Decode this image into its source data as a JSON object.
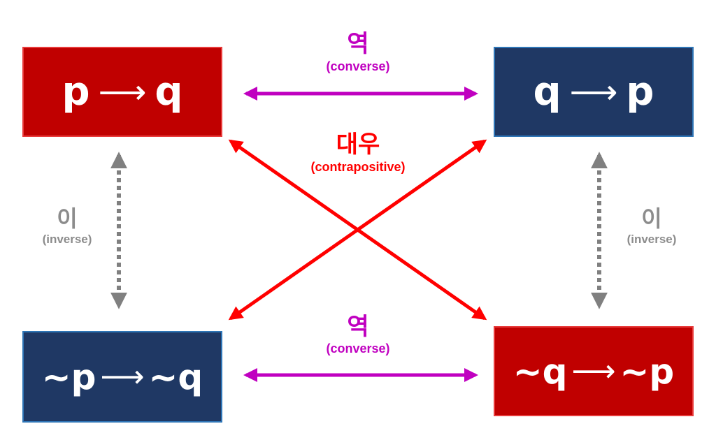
{
  "boxes": {
    "top_left": {
      "left": "p",
      "right": "q"
    },
    "top_right": {
      "left": "q",
      "right": "p"
    },
    "bottom_left": {
      "left": "~p",
      "right": "~q"
    },
    "bottom_right": {
      "left": "~q",
      "right": "~p"
    }
  },
  "labels": {
    "converse_top": {
      "ko": "역",
      "en": "(converse)"
    },
    "contrapositive": {
      "ko": "대우",
      "en": "(contrapositive)"
    },
    "inverse_left": {
      "ko": "이",
      "en": "(inverse)"
    },
    "inverse_right": {
      "ko": "이",
      "en": "(inverse)"
    },
    "converse_bottom": {
      "ko": "역",
      "en": "(converse)"
    }
  },
  "colors": {
    "proposition_red": "#c00000",
    "proposition_navy": "#1f3864",
    "converse": "#c000c0",
    "contrapositive": "#ff0000",
    "inverse": "#808080"
  }
}
